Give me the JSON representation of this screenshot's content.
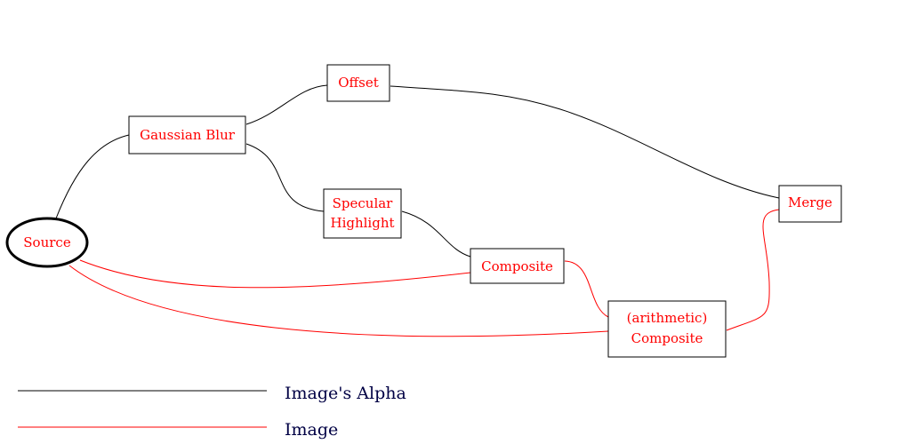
{
  "colors": {
    "alpha_edge": "#000000",
    "image_edge": "#ff0000",
    "node_text": "#ff0000",
    "node_border": "#000000",
    "legend_text": "#000044",
    "background": "#ffffff"
  },
  "nodes": {
    "source": {
      "label": "Source"
    },
    "gaussian_blur": {
      "label": "Gaussian Blur"
    },
    "offset": {
      "label": "Offset"
    },
    "specular": {
      "label_line1": "Specular",
      "label_line2": "Highlight"
    },
    "composite": {
      "label": "Composite"
    },
    "arith": {
      "label_line1": "(arithmetic)",
      "label_line2": "Composite"
    },
    "merge": {
      "label": "Merge"
    }
  },
  "edges": [
    {
      "from": "source",
      "to": "gaussian_blur",
      "kind": "alpha"
    },
    {
      "from": "gaussian_blur",
      "to": "offset",
      "kind": "alpha"
    },
    {
      "from": "gaussian_blur",
      "to": "specular",
      "kind": "alpha"
    },
    {
      "from": "offset",
      "to": "merge",
      "kind": "alpha"
    },
    {
      "from": "specular",
      "to": "composite",
      "kind": "alpha"
    },
    {
      "from": "source",
      "to": "composite",
      "kind": "image"
    },
    {
      "from": "source",
      "to": "arith",
      "kind": "image"
    },
    {
      "from": "composite",
      "to": "arith",
      "kind": "image"
    },
    {
      "from": "arith",
      "to": "merge",
      "kind": "image"
    }
  ],
  "legend": {
    "alpha_label": "Image's Alpha",
    "image_label": "Image"
  }
}
